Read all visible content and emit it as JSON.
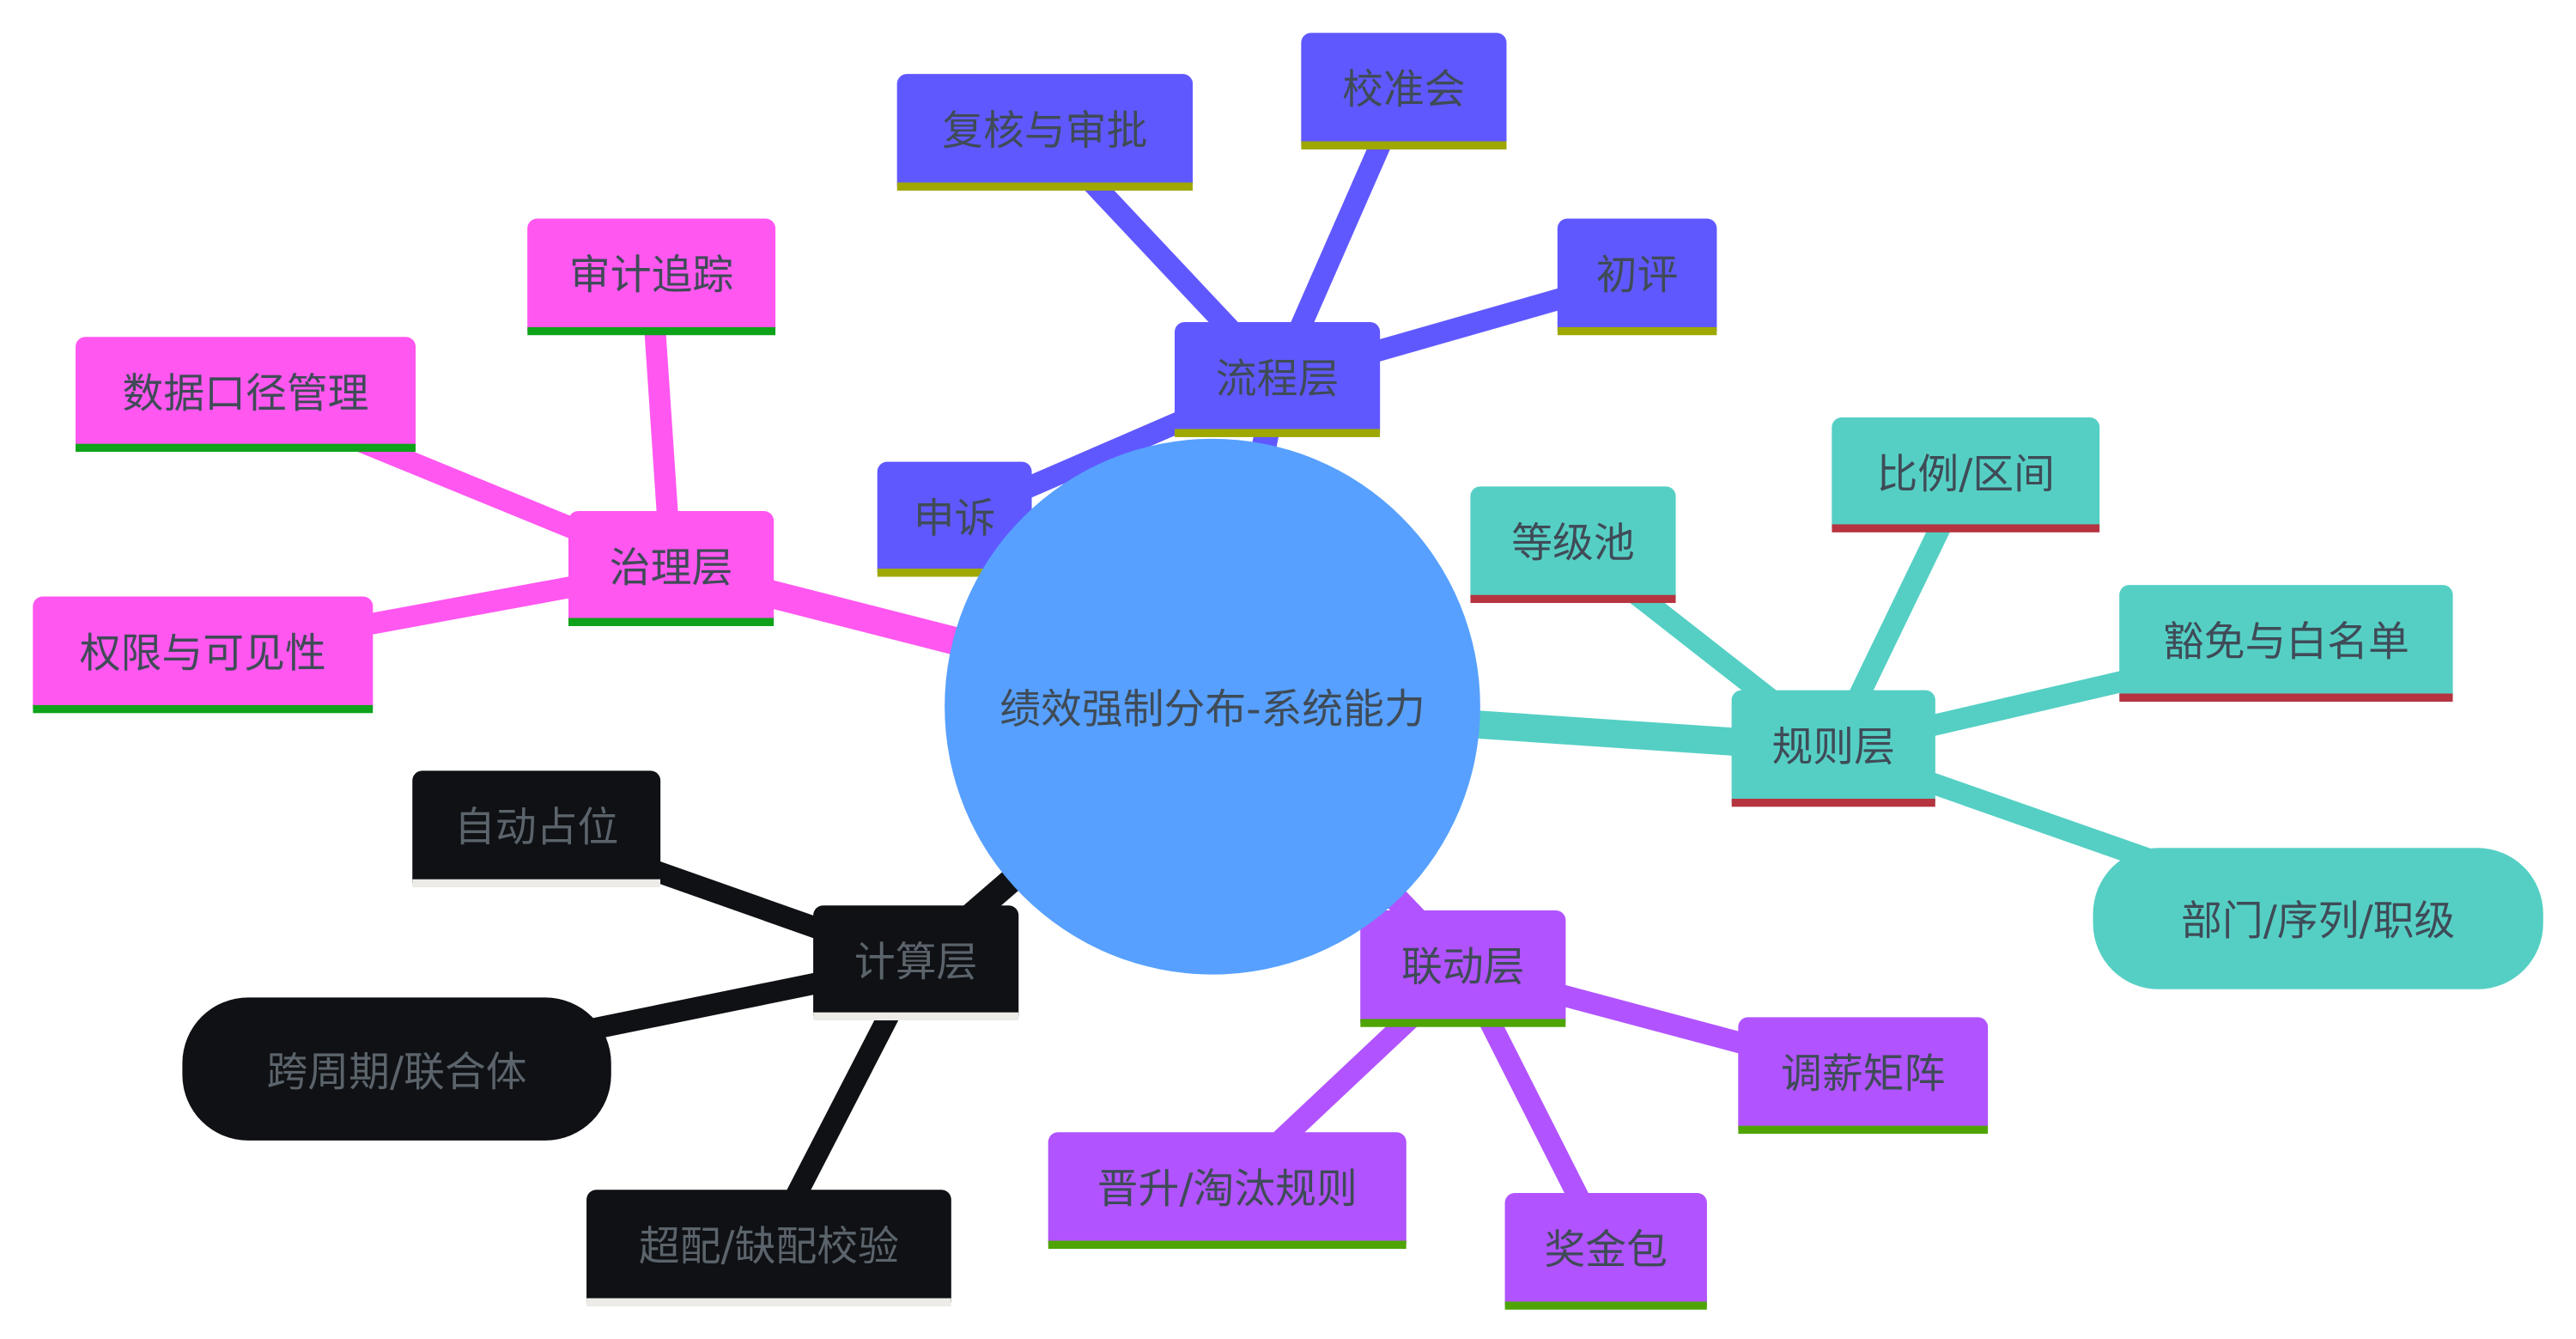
{
  "title": "绩效强制分布-系统能力",
  "branches": [
    {
      "label": "流程层",
      "color": "#6058ff",
      "underline": "#9ea800",
      "children": [
        "复核与审批",
        "校准会",
        "初评",
        "申诉"
      ]
    },
    {
      "label": "治理层",
      "color": "#ff57f0",
      "underline": "#0ea21a",
      "children": [
        "审计追踪",
        "数据口径管理",
        "权限与可见性"
      ]
    },
    {
      "label": "规则层",
      "color": "#55cfc4",
      "underline": "#b5343f",
      "children": [
        "等级池",
        "比例/区间",
        "豁免与白名单",
        "部门/序列/职级"
      ]
    },
    {
      "label": "联动层",
      "color": "#b153ff",
      "underline": "#4ea405",
      "children": [
        "调薪矩阵",
        "晋升/淘汰规则",
        "奖金包"
      ]
    },
    {
      "label": "计算层",
      "color": "#0f1114",
      "underline": "#ecebe8",
      "children": [
        "自动占位",
        "跨周期/联合体",
        "超配/缺配校验"
      ]
    }
  ]
}
